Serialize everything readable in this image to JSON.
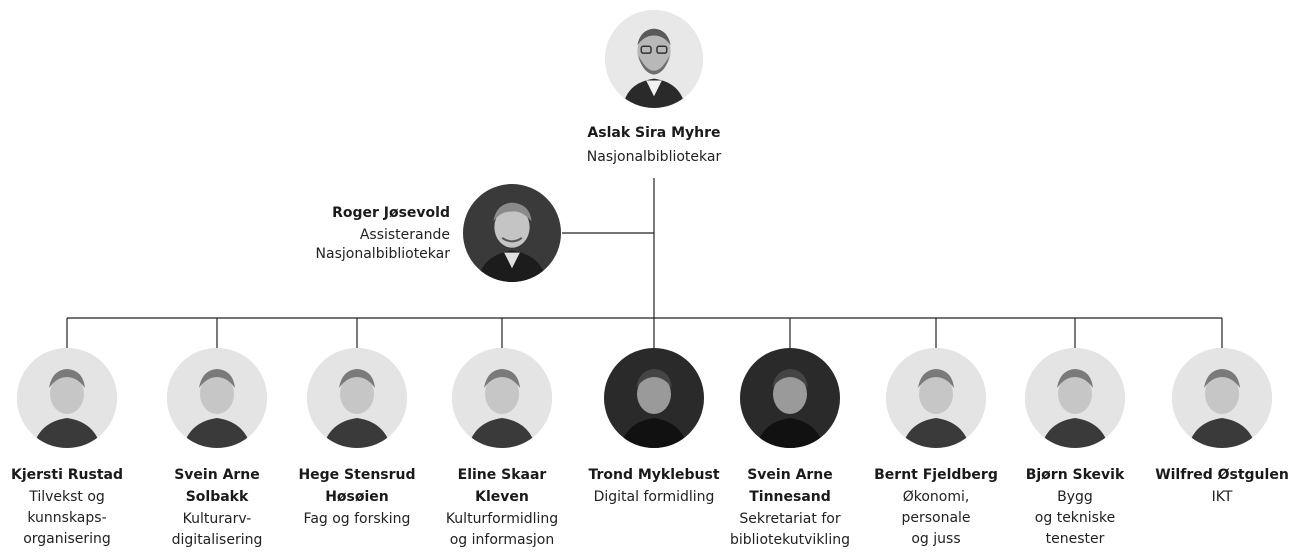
{
  "top": {
    "name": "Aslak Sira Myhre",
    "role": "Nasjonalbibliotekar",
    "avatar_icon": "portrait-photo-icon"
  },
  "assistant": {
    "name": "Roger Jøsevold",
    "role_line1": "Assisterande",
    "role_line2": "Nasjonalbibliotekar",
    "avatar_icon": "portrait-photo-icon"
  },
  "staff": [
    {
      "name1": "Kjersti Rustad",
      "name2": "",
      "role1": "Tilvekst og",
      "role2": "kunnskaps-",
      "role3": "organisering"
    },
    {
      "name1": "Svein Arne",
      "name2": "Solbakk",
      "role1": "Kulturarv-",
      "role2": "digitalisering",
      "role3": ""
    },
    {
      "name1": "Hege Stensrud",
      "name2": "Høsøien",
      "role1": "Fag og forsking",
      "role2": "",
      "role3": ""
    },
    {
      "name1": "Eline Skaar",
      "name2": "Kleven",
      "role1": "Kulturformidling",
      "role2": "og informasjon",
      "role3": ""
    },
    {
      "name1": "Trond Myklebust",
      "name2": "",
      "role1": "Digital formidling",
      "role2": "",
      "role3": ""
    },
    {
      "name1": "Svein Arne",
      "name2": "Tinnesand",
      "role1": "Sekretariat for",
      "role2": "bibliotekutvikling",
      "role3": ""
    },
    {
      "name1": "Bernt Fjeldberg",
      "name2": "",
      "role1": "Økonomi,",
      "role2": "personale",
      "role3": "og juss"
    },
    {
      "name1": "Bjørn Skevik",
      "name2": "",
      "role1": "Bygg",
      "role2": "og tekniske",
      "role3": "tenester"
    },
    {
      "name1": "Wilfred Østgulen",
      "name2": "",
      "role1": "IKT",
      "role2": "",
      "role3": ""
    }
  ],
  "colors": {
    "line": "#222222",
    "photo_bg_light": "#e6e6e6",
    "photo_bg_dark": "#1c1c1c"
  }
}
